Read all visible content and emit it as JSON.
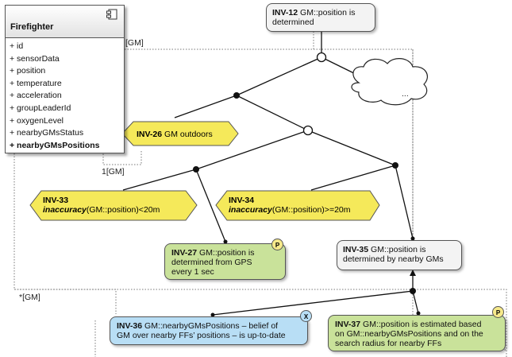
{
  "class": {
    "title": "Firefighter",
    "icon": "component-icon",
    "attributes": [
      "+ id",
      "+ sensorData",
      "+ position",
      "+ temperature",
      "+ acceleration",
      "+ groupLeaderId",
      "+ oxygenLevel",
      "+ nearbyGMsStatus",
      "+ nearbyGMsPositions"
    ]
  },
  "labels": {
    "gm_top": "[GM]",
    "gm_one": "1[GM]",
    "gm_many": "*[GM]",
    "cloud": "..."
  },
  "goals": {
    "inv12": {
      "id": "INV-12",
      "text1": " GM::position is",
      "text2": "determined"
    },
    "inv26": {
      "id": "INV-26",
      "text": " GM outdoors"
    },
    "inv33": {
      "id": "INV-33",
      "em": "inaccuracy",
      "text": "(GM::position)<20m"
    },
    "inv34": {
      "id": "INV-34",
      "em": "inaccuracy",
      "text": "(GM::position)>=20m"
    },
    "inv27": {
      "id": "INV-27",
      "text1": " GM::position is",
      "text2": "determined from GPS",
      "text3": "every 1 sec",
      "badge": "P"
    },
    "inv35": {
      "id": "INV-35",
      "text1": " GM::position is",
      "text2": "determined by nearby GMs"
    },
    "inv36": {
      "id": "INV-36",
      "text1": " GM::nearbyGMsPositions – belief of",
      "text2": "GM over  nearby FFs’ positions – is up-to-date",
      "badge": "X"
    },
    "inv37": {
      "id": "INV-37",
      "text1": " GM::position is estimated based",
      "text2": "on GM::nearbyGMsPositions and on the",
      "text3": "search radius for nearby FFs",
      "badge": "P"
    }
  },
  "colors": {
    "yellow": "#f5e95a",
    "green": "#c9e29a",
    "blue": "#b8def5",
    "grey": "#f3f3f3"
  }
}
